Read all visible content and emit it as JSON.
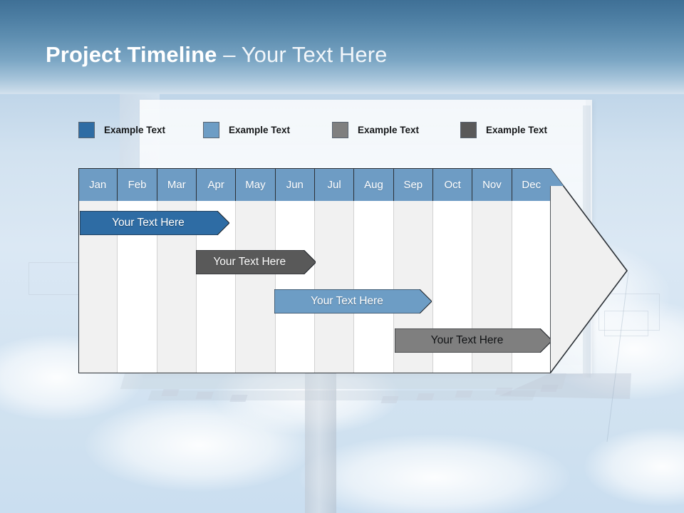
{
  "slide": {
    "title_bold": "Project Timeline",
    "title_sep": " – ",
    "title_light": "Your Text Here"
  },
  "colors": {
    "header_blue_dark": "#3f7096",
    "header_blue_light": "#d6e3ef",
    "month_header": "#6e9cc4",
    "series_dark_blue": "#2e6ca4",
    "series_light_blue": "#6d9dc5",
    "series_mid_gray": "#7f7f7f",
    "series_dark_gray": "#595959",
    "grid_line": "#d2d2d2",
    "outline": "#2b3036"
  },
  "legend": {
    "items": [
      {
        "label": "Example Text",
        "color": "#2e6ca4",
        "name": "legend-dark-blue"
      },
      {
        "label": "Example Text",
        "color": "#6d9dc5",
        "name": "legend-light-blue"
      },
      {
        "label": "Example Text",
        "color": "#7f7f7f",
        "name": "legend-mid-gray"
      },
      {
        "label": "Example Text",
        "color": "#595959",
        "name": "legend-dark-gray"
      }
    ]
  },
  "chart_data": {
    "type": "bar",
    "title": "Project Timeline – Your Text Here",
    "xlabel": "",
    "ylabel": "",
    "grid": true,
    "legend_position": "top-left",
    "categories": [
      "Jan",
      "Feb",
      "Mar",
      "Apr",
      "May",
      "Jun",
      "Jul",
      "Aug",
      "Sep",
      "Oct",
      "Nov",
      "Dec"
    ],
    "legend_entries": [
      "Example Text",
      "Example Text",
      "Example Text",
      "Example Text"
    ],
    "series": [
      {
        "name": "Example Text",
        "label": "Your  Text Here",
        "color": "#2e6ca4",
        "start_month": 1,
        "end_month": 4.8,
        "row": 1,
        "text_color": "light"
      },
      {
        "name": "Example Text",
        "label": "Your  Text Here",
        "color": "#595959",
        "start_month": 3.95,
        "end_month": 7.0,
        "row": 2,
        "text_color": "light"
      },
      {
        "name": "Example Text",
        "label": "Your  Text Here",
        "color": "#6d9dc5",
        "start_month": 5.95,
        "end_month": 9.95,
        "row": 3,
        "text_color": "light"
      },
      {
        "name": "Example Text",
        "label": "Your  Text Here",
        "color": "#7f7f7f",
        "start_month": 9.0,
        "end_month": 13.0,
        "row": 4,
        "text_color": "dark"
      }
    ]
  }
}
